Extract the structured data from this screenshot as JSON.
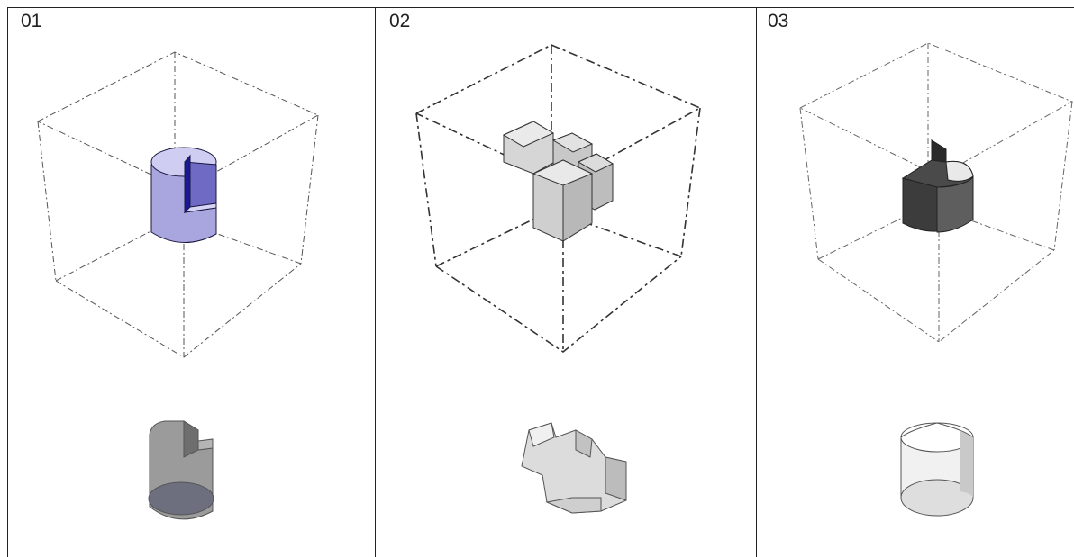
{
  "panels": [
    {
      "label": "01",
      "main_color": "#b3b0e4",
      "thumb_color": "#9a9a9a"
    },
    {
      "label": "02",
      "main_color": "#cfcfcf",
      "thumb_color": "#e6e6e6"
    },
    {
      "label": "03",
      "main_color": "#4a4a4a",
      "thumb_color": "#f2f2f2"
    }
  ]
}
